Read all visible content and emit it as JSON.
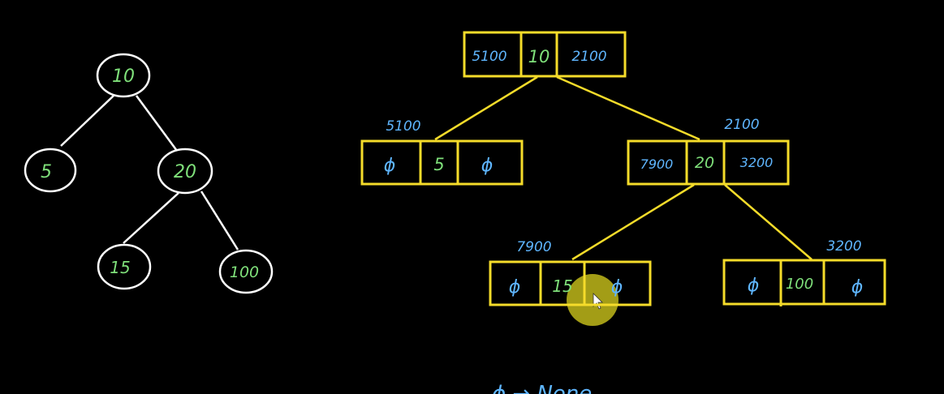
{
  "colors": {
    "background": "#000000",
    "tree_edge": "#ffffff",
    "node_outline": "#ffffff",
    "value_text": "#7fe07a",
    "pointer_text": "#5fb6ff",
    "linked_edge": "#f5dc2a",
    "cursor_highlight": "#d9d21e"
  },
  "tree": {
    "nodes": [
      {
        "id": "n10",
        "label": "10"
      },
      {
        "id": "n5",
        "label": "5"
      },
      {
        "id": "n20",
        "label": "20"
      },
      {
        "id": "n15",
        "label": "15"
      },
      {
        "id": "n100",
        "label": "100"
      }
    ],
    "edges": [
      [
        "n10",
        "n5"
      ],
      [
        "n10",
        "n20"
      ],
      [
        "n20",
        "n15"
      ],
      [
        "n20",
        "n100"
      ]
    ]
  },
  "linked": {
    "nodes": [
      {
        "id": "b10",
        "addr": "",
        "left": "5100",
        "value": "10",
        "right": "2100"
      },
      {
        "id": "b5",
        "addr": "5100",
        "left": "ϕ",
        "value": "5",
        "right": "ϕ"
      },
      {
        "id": "b20",
        "addr": "2100",
        "left": "7900",
        "value": "20",
        "right": "3200"
      },
      {
        "id": "b15",
        "addr": "7900",
        "left": "ϕ",
        "value": "15",
        "right": "ϕ"
      },
      {
        "id": "b100",
        "addr": "3200",
        "left": "ϕ",
        "value": "100",
        "right": "ϕ"
      }
    ]
  },
  "note": "ϕ → None"
}
